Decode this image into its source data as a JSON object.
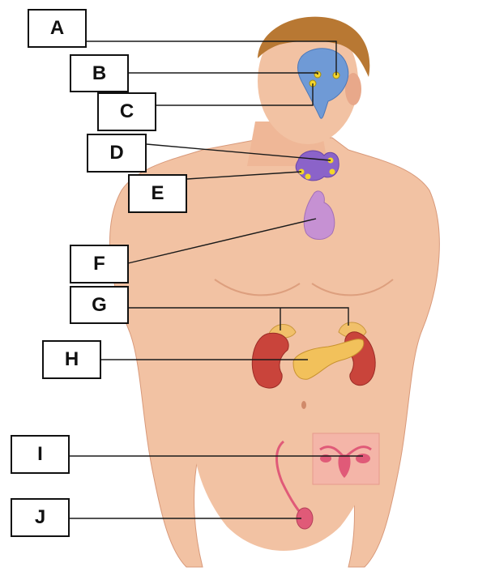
{
  "diagram": {
    "labels": [
      "A",
      "B",
      "C",
      "D",
      "E",
      "F",
      "G",
      "H",
      "I",
      "J"
    ]
  },
  "colors": {
    "skin": "#f2c2a3",
    "skin_shadow": "#dd9f7e",
    "hair": "#b87833",
    "brain": "#6f9ad6",
    "gland_dot": "#f3d52a",
    "parathyroid": "#8b63c9",
    "thymus": "#c691d3",
    "kidney": "#c9443b",
    "adrenal": "#f1c06a",
    "pancreas": "#f2c15b",
    "reproductive": "#e05a78",
    "line": "#1a1a1a"
  }
}
